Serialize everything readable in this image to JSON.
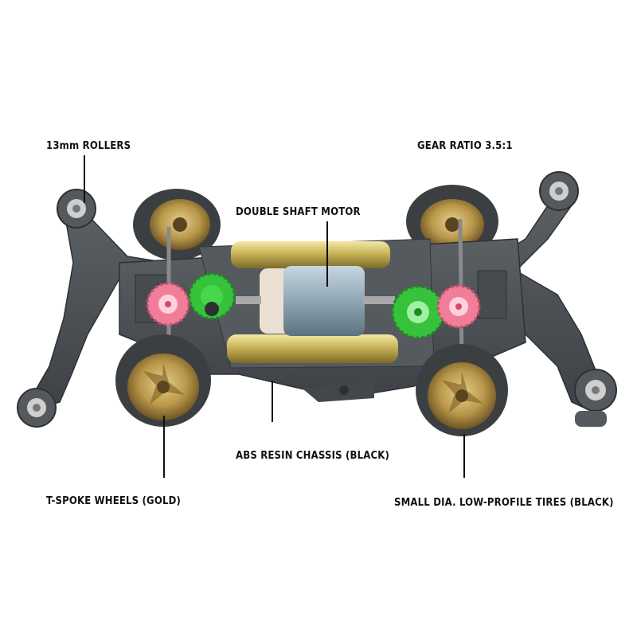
{
  "labels": {
    "rollers": "13mm ROLLERS",
    "gear_ratio": "GEAR RATIO 3.5:1",
    "motor": "DOUBLE SHAFT MOTOR",
    "chassis": "ABS RESIN CHASSIS (BLACK)",
    "wheels": "T-SPOKE WHEELS (GOLD)",
    "tires": "SMALL DIA. LOW-PROFILE TIRES (BLACK)"
  },
  "colors": {
    "chassis": "#4a4e52",
    "tire": "#3c3f42",
    "wheel_gold": "#b8974a",
    "battery_gold": "#c9b45a",
    "gear_green": "#37c23c",
    "gear_pink": "#f07e98",
    "motor_blue": "#8fa6b4",
    "leader_line": "#111111"
  }
}
